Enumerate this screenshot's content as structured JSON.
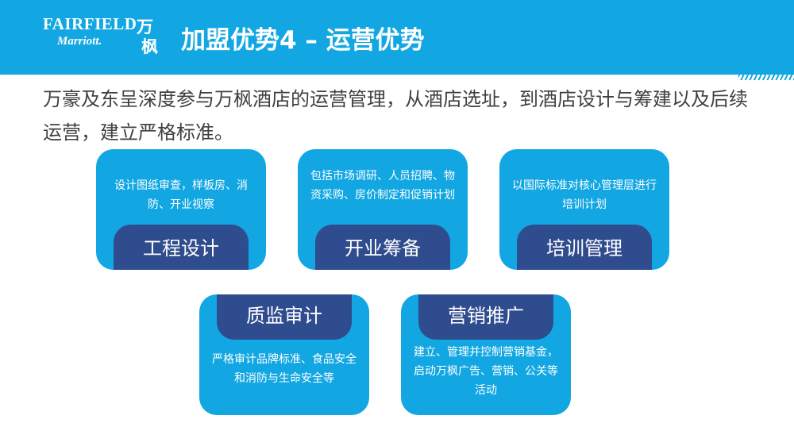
{
  "logo": {
    "brand": "FAIRFIELD",
    "sub": "Marriott.",
    "cn_1": "万",
    "cn_2": "枫"
  },
  "title": "加盟优势4 – 运营优势",
  "intro": "万豪及东呈深度参与万枫酒店的运营管理，从酒店选址，到酒店设计与筹建以及后续运营，建立严格标准。",
  "cards": [
    {
      "title": "工程设计",
      "desc": "设计图纸审查，样板房、消防、开业视察"
    },
    {
      "title": "开业筹备",
      "desc": "包括市场调研、人员招聘、物资采购、房价制定和促销计划"
    },
    {
      "title": "培训管理",
      "desc": "以国际标准对核心管理层进行培训计划"
    },
    {
      "title": "质监审计",
      "desc": "严格审计品牌标准、食品安全和消防与生命安全等"
    },
    {
      "title": "营销推广",
      "desc": "建立、管理并控制营销基金，启动万枫广告、营销、公关等活动"
    }
  ],
  "colors": {
    "header": "#12a7e2",
    "card": "#12a7e2",
    "tab": "#2f4c8e",
    "text": "#404040"
  }
}
